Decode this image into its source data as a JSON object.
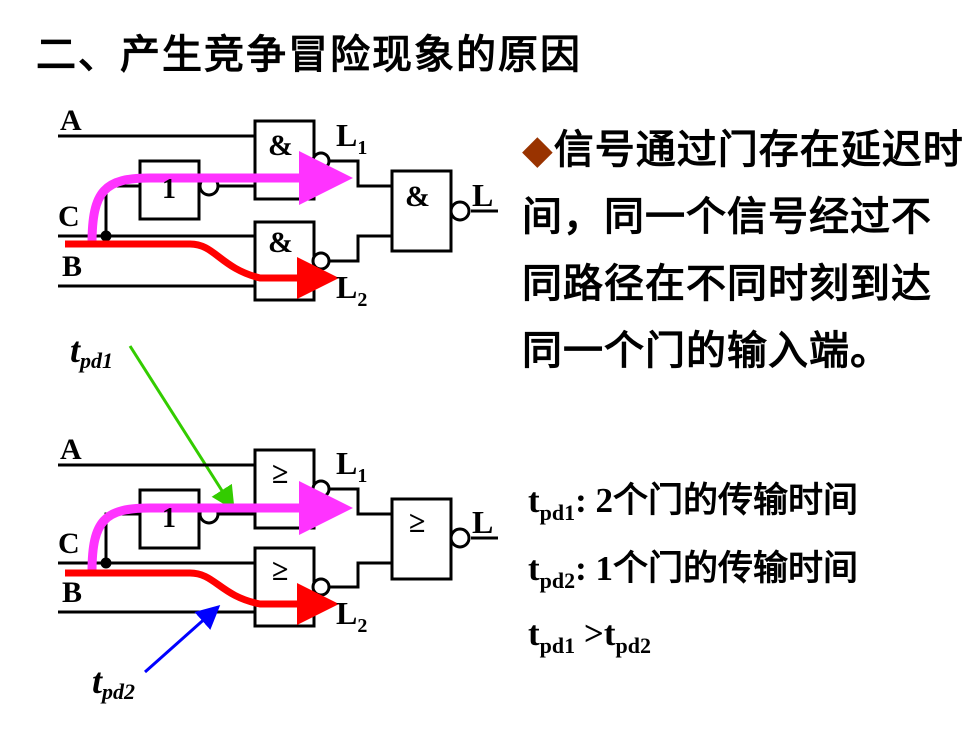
{
  "title": "二、产生竞争冒险现象的原因",
  "explanation": {
    "bullet": "◆",
    "text": "信号通过门存在延迟时间，同一个信号经过不同路径在不同时刻到达同一个门的输入端。"
  },
  "timing": [
    {
      "label": "t",
      "sub": "pd1",
      "text": ": 2个门的传输时间"
    },
    {
      "label": "t",
      "sub": "pd2",
      "text": ": 1个门的传输时间"
    }
  ],
  "compare": {
    "left_t": "t",
    "left_sub": "pd1",
    "op": " >",
    "right_t": "t",
    "right_sub": "pd2"
  },
  "circuit_and": {
    "input_a": "A",
    "input_c": "C",
    "input_b": "B",
    "inverter": "1",
    "gate_symbol": "&",
    "l1": "L",
    "l1_sub": "1",
    "l2": "L",
    "l2_sub": "2",
    "out": "L"
  },
  "circuit_or": {
    "input_a": "A",
    "input_c": "C",
    "input_b": "B",
    "inverter": "1",
    "gate_symbol": "≥",
    "l1": "L",
    "l1_sub": "1",
    "l2": "L",
    "l2_sub": "2",
    "out": "L"
  },
  "annotations": {
    "tpd1": {
      "t": "t",
      "sub": "pd1"
    },
    "tpd2": {
      "t": "t",
      "sub": "pd2"
    }
  },
  "colors": {
    "path_long": "#ff33ff",
    "path_short": "#ff0000",
    "arrow_tpd1": "#33cc00",
    "arrow_tpd2": "#0000ff",
    "bullet": "#993300"
  }
}
